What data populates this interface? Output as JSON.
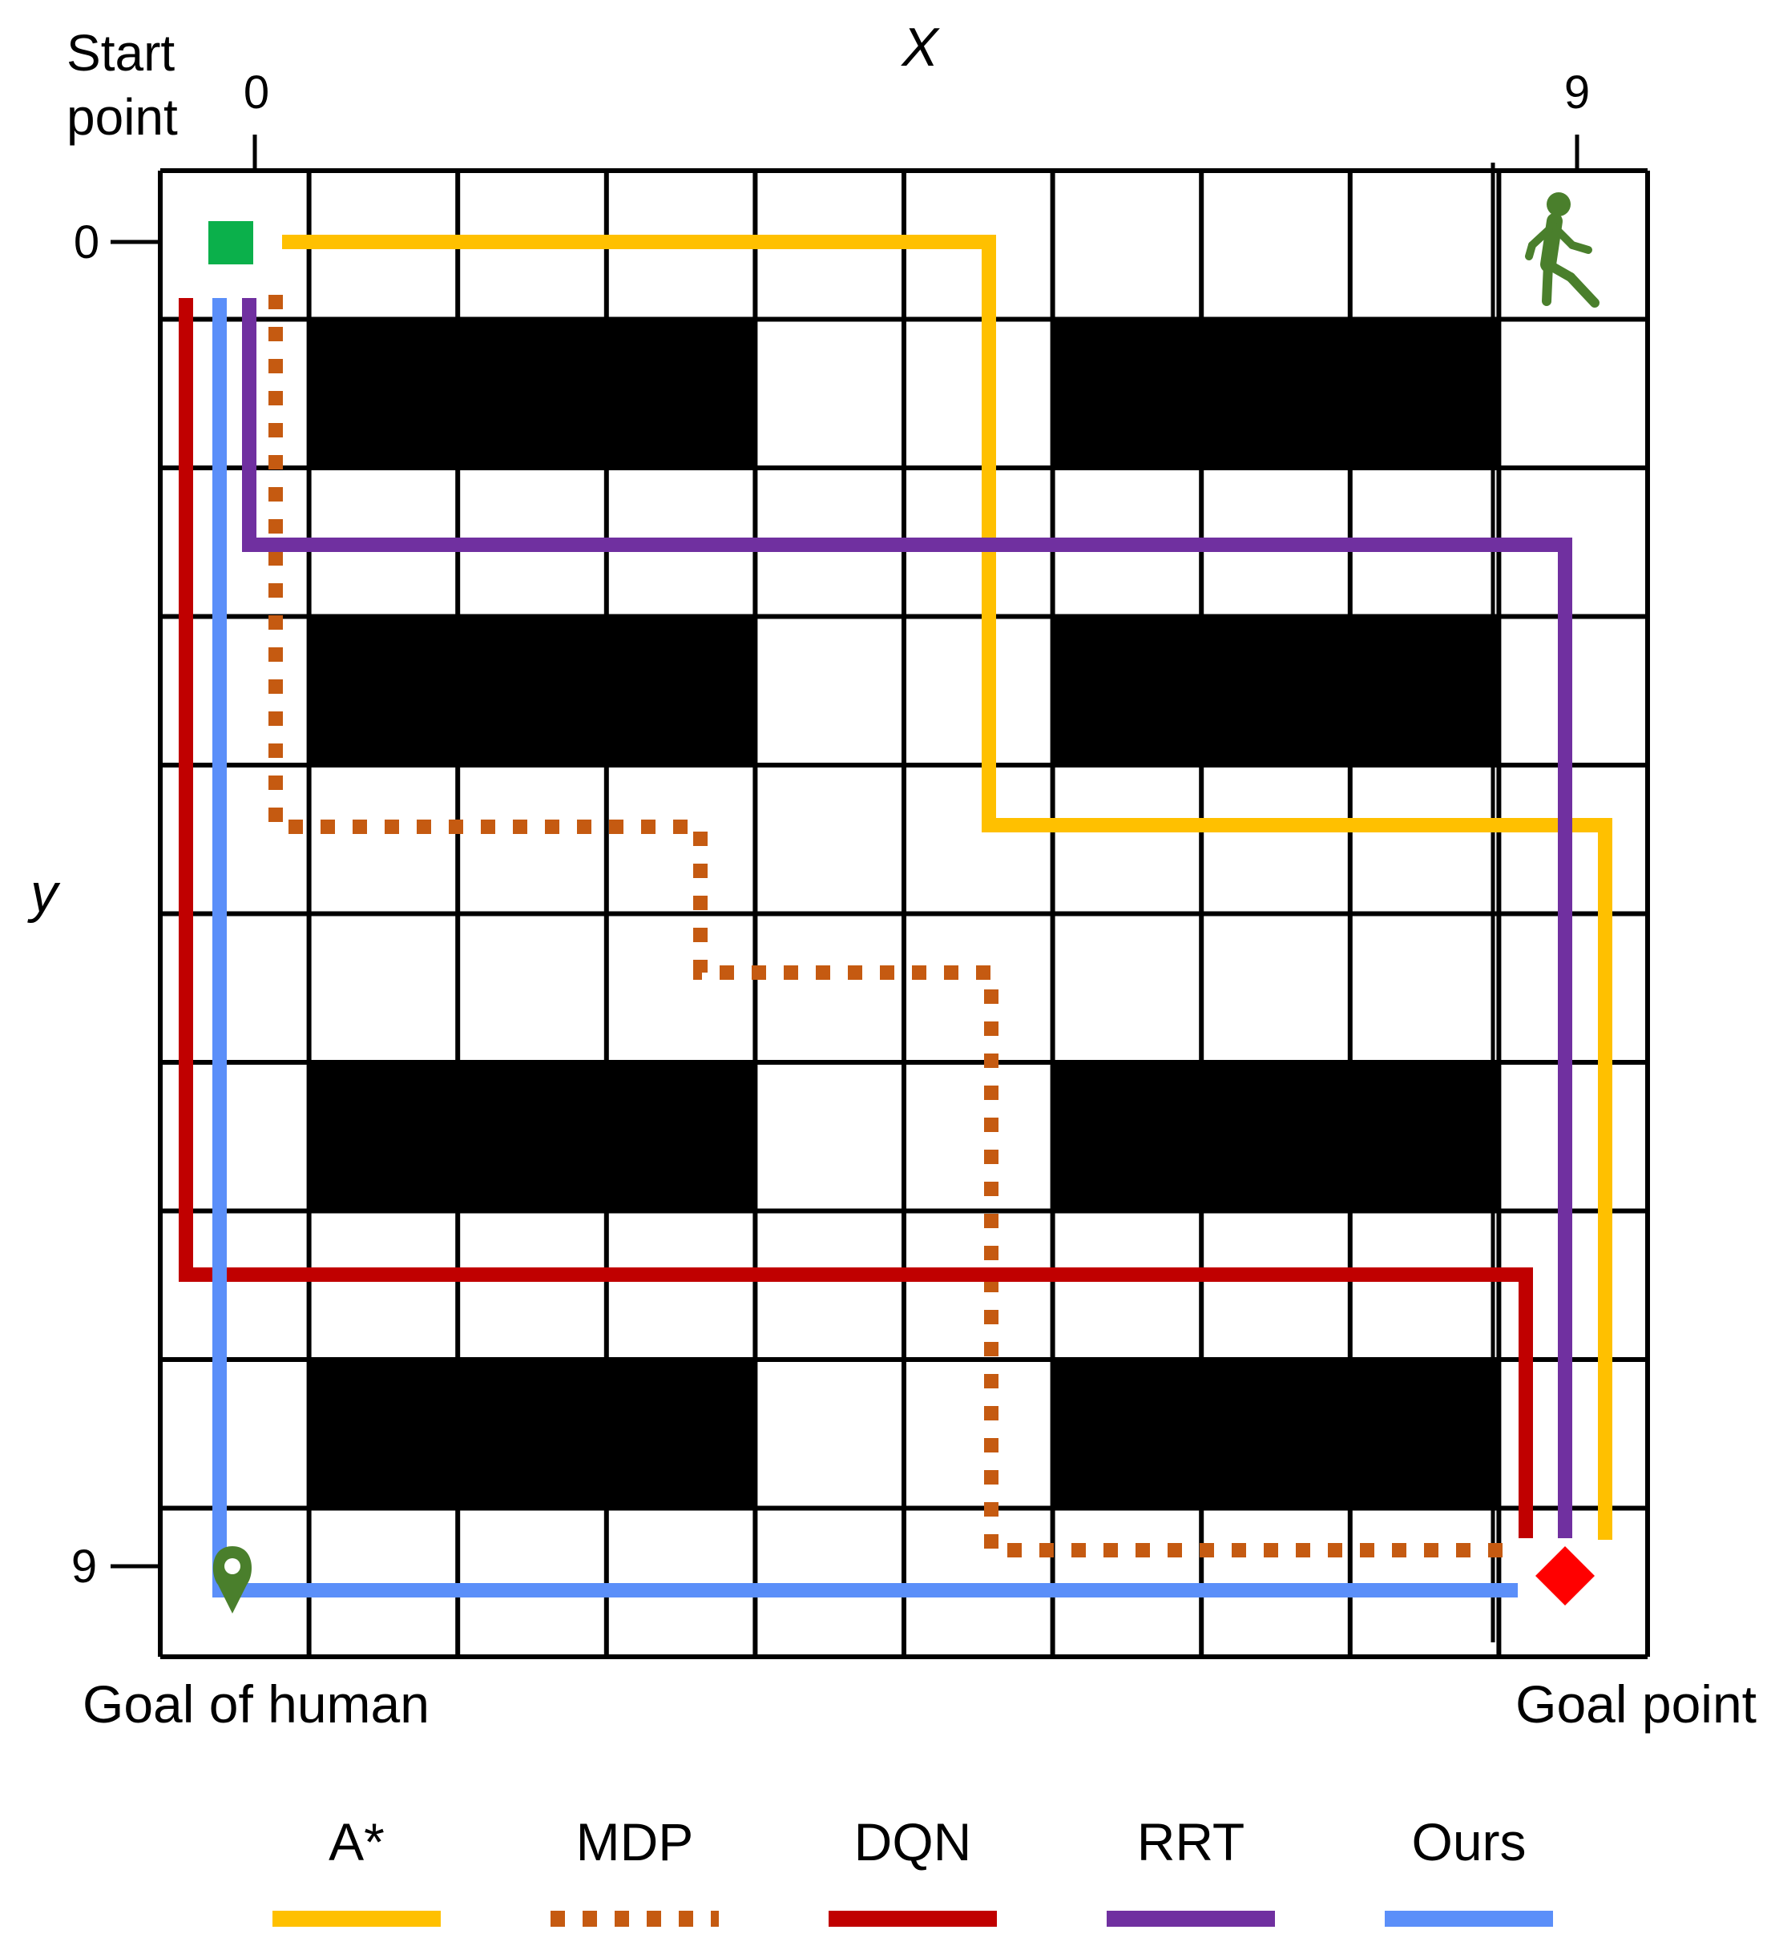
{
  "labels": {
    "start_line1": "Start",
    "start_line2": "point",
    "x_axis": "X",
    "y_axis": "y",
    "x_tick_start": "0",
    "x_tick_end": "9",
    "y_tick_start": "0",
    "y_tick_end": "9",
    "goal_of_human": "Goal of human",
    "goal_point": "Goal point"
  },
  "grid": {
    "columns": 10,
    "rows": 10
  },
  "obstacles": [
    {
      "cols": [
        1,
        3
      ],
      "row": 1
    },
    {
      "cols": [
        6,
        8
      ],
      "row": 1
    },
    {
      "cols": [
        1,
        3
      ],
      "row": 3
    },
    {
      "cols": [
        6,
        8
      ],
      "row": 3
    },
    {
      "cols": [
        1,
        3
      ],
      "row": 6
    },
    {
      "cols": [
        6,
        8
      ],
      "row": 6
    },
    {
      "cols": [
        1,
        3
      ],
      "row": 8
    },
    {
      "cols": [
        6,
        8
      ],
      "row": 8
    }
  ],
  "markers": {
    "start": {
      "cell": [
        0,
        0
      ],
      "color": "#0bb04b",
      "icon": "green-square-icon"
    },
    "human": {
      "cell": [
        9,
        0
      ],
      "color": "#4a7f2c",
      "icon": "walking-person-icon"
    },
    "human_goal": {
      "cell": [
        0,
        9
      ],
      "color": "#4a7f2c",
      "icon": "map-pin-icon"
    },
    "goal": {
      "cell": [
        9,
        9
      ],
      "color": "#ff0000",
      "icon": "red-diamond-icon"
    }
  },
  "legend": [
    {
      "name": "A*",
      "color": "#ffc000",
      "dashed": false
    },
    {
      "name": "MDP",
      "color": "#c55a11",
      "dashed": true
    },
    {
      "name": "DQN",
      "color": "#c00000",
      "dashed": false
    },
    {
      "name": "RRT",
      "color": "#7030a0",
      "dashed": false
    },
    {
      "name": "Ours",
      "color": "#5b8ff9",
      "dashed": false
    }
  ]
}
